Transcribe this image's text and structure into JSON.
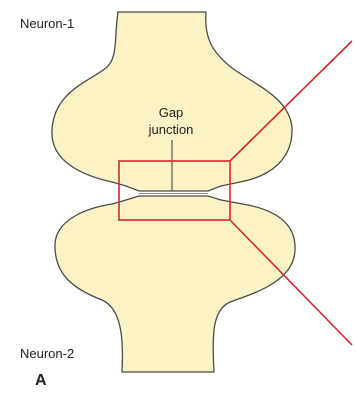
{
  "labels": {
    "neuron_top": "Neuron-1",
    "neuron_bottom": "Neuron-2",
    "gap_line1": "Gap",
    "gap_line2": "junction",
    "panel": "A"
  },
  "colors": {
    "cell_fill": "#fbf3c5",
    "cell_outline": "#4b4b4b",
    "zoom_box": "#d62828",
    "text": "#222222"
  }
}
